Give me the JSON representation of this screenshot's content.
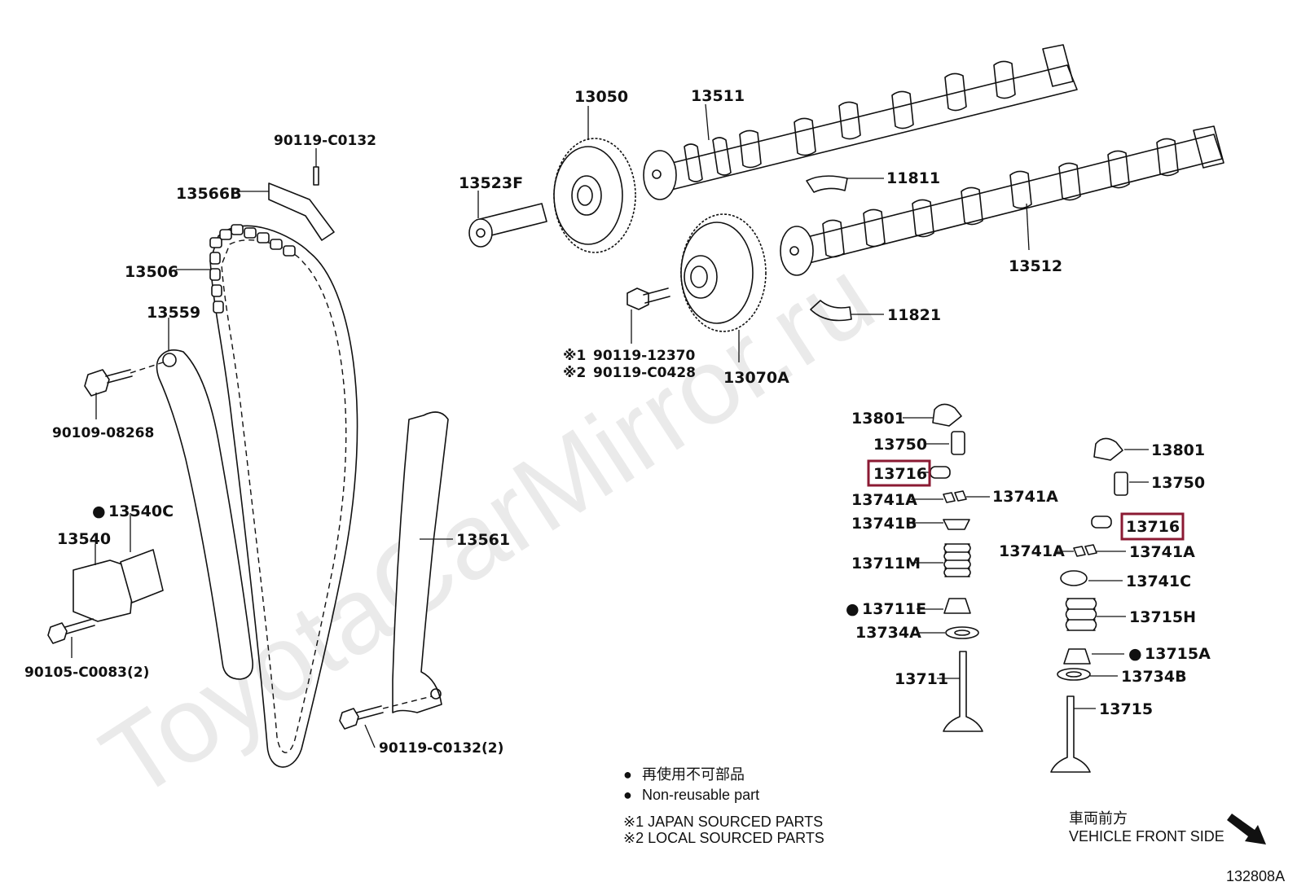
{
  "watermark": "ToyotaCarMirror.ru",
  "diagram_id": "132808A",
  "labels": {
    "p13050": "13050",
    "p13511": "13511",
    "p90119_c0132": "90119-C0132",
    "p13566b": "13566B",
    "p13523f": "13523F",
    "p11811": "11811",
    "p13506": "13506",
    "p13512": "13512",
    "p13559": "13559",
    "p11821": "11821",
    "p90119_12370": "90119-12370",
    "p90119_c0428": "90119-C0428",
    "p13070a": "13070A",
    "p90109_08268": "90109-08268",
    "p13801_l": "13801",
    "p13750_l": "13750",
    "p13716_l": "13716",
    "p13741a_1": "13741A",
    "p13741a_2": "13741A",
    "p13741b": "13741B",
    "p13711m": "13711M",
    "p13711e": "13711E",
    "p13734a": "13734A",
    "p13711": "13711",
    "p13540c": "13540C",
    "p13540": "13540",
    "p13561": "13561",
    "p90105_c0083": "90105-C0083(2)",
    "p90119_c0132_2": "90119-C0132(2)",
    "p13801_r": "13801",
    "p13750_r": "13750",
    "p13716_r": "13716",
    "p13741a_3": "13741A",
    "p13741a_4": "13741A",
    "p13741c": "13741C",
    "p13715h": "13715H",
    "p13715a": "13715A",
    "p13734b": "13734B",
    "p13715": "13715"
  },
  "marks": {
    "ref1": "※1",
    "ref2": "※2",
    "dot": "●"
  },
  "legend": {
    "non_reusable_jp": "再使用不可部品",
    "non_reusable_en": "Non-reusable part",
    "japan_sourced": "※1 JAPAN SOURCED PARTS",
    "local_sourced": "※2 LOCAL SOURCED PARTS"
  },
  "direction": {
    "jp": "車両前方",
    "en": "VEHICLE FRONT SIDE"
  },
  "colors": {
    "highlight": "#8b1a33",
    "line": "#111111"
  }
}
